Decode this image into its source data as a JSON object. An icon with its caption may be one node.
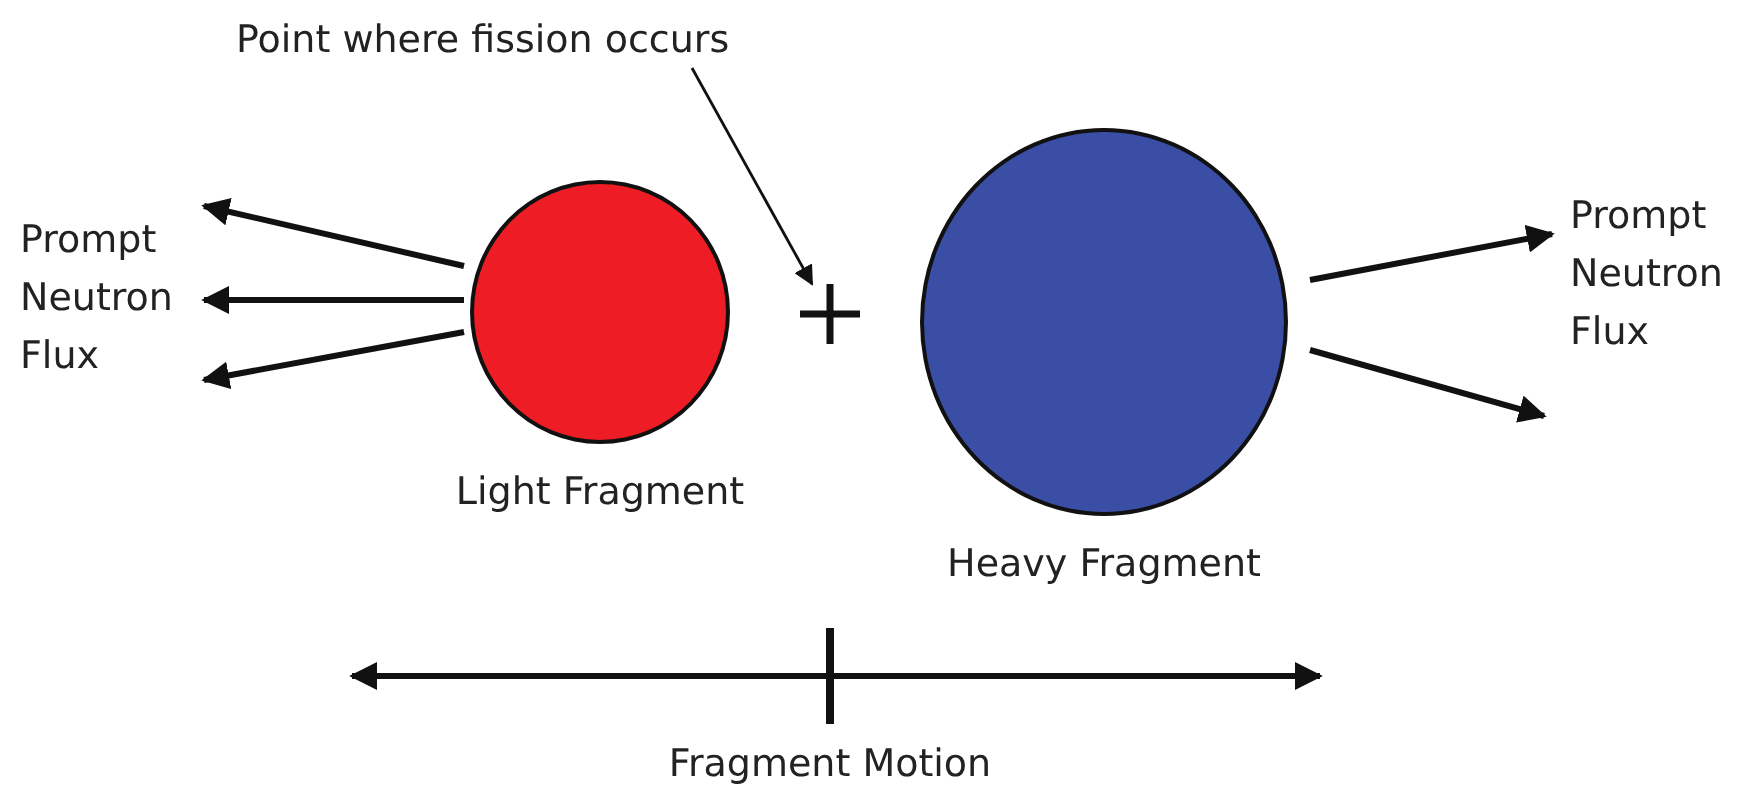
{
  "diagram": {
    "nodes": [
      {
        "text": [
          "Point where fission occurs"
        ]
      },
      {
        "text": [],
        "shape": "cross"
      },
      {
        "text": [
          "Light Fragment"
        ]
      },
      {
        "text": [
          "Heavy Fragment"
        ]
      },
      {
        "text": [
          "Prompt Neutron Flux"
        ]
      },
      {
        "text": [
          "Prompt Neutron Flux"
        ]
      }
    ],
    "edges": [
      {
        "from": 0,
        "to": 1,
        "arrow": "to"
      },
      {
        "from": 2,
        "to": 4,
        "arrow": "to"
      },
      {
        "from": 2,
        "to": 4,
        "arrow": "to"
      },
      {
        "from": 2,
        "to": 4,
        "arrow": "to"
      },
      {
        "from": 3,
        "to": 5,
        "arrow": "to"
      },
      {
        "from": 3,
        "to": 5,
        "arrow": "to"
      }
    ],
    "labels": [
      "Fragment Motion"
    ]
  }
}
